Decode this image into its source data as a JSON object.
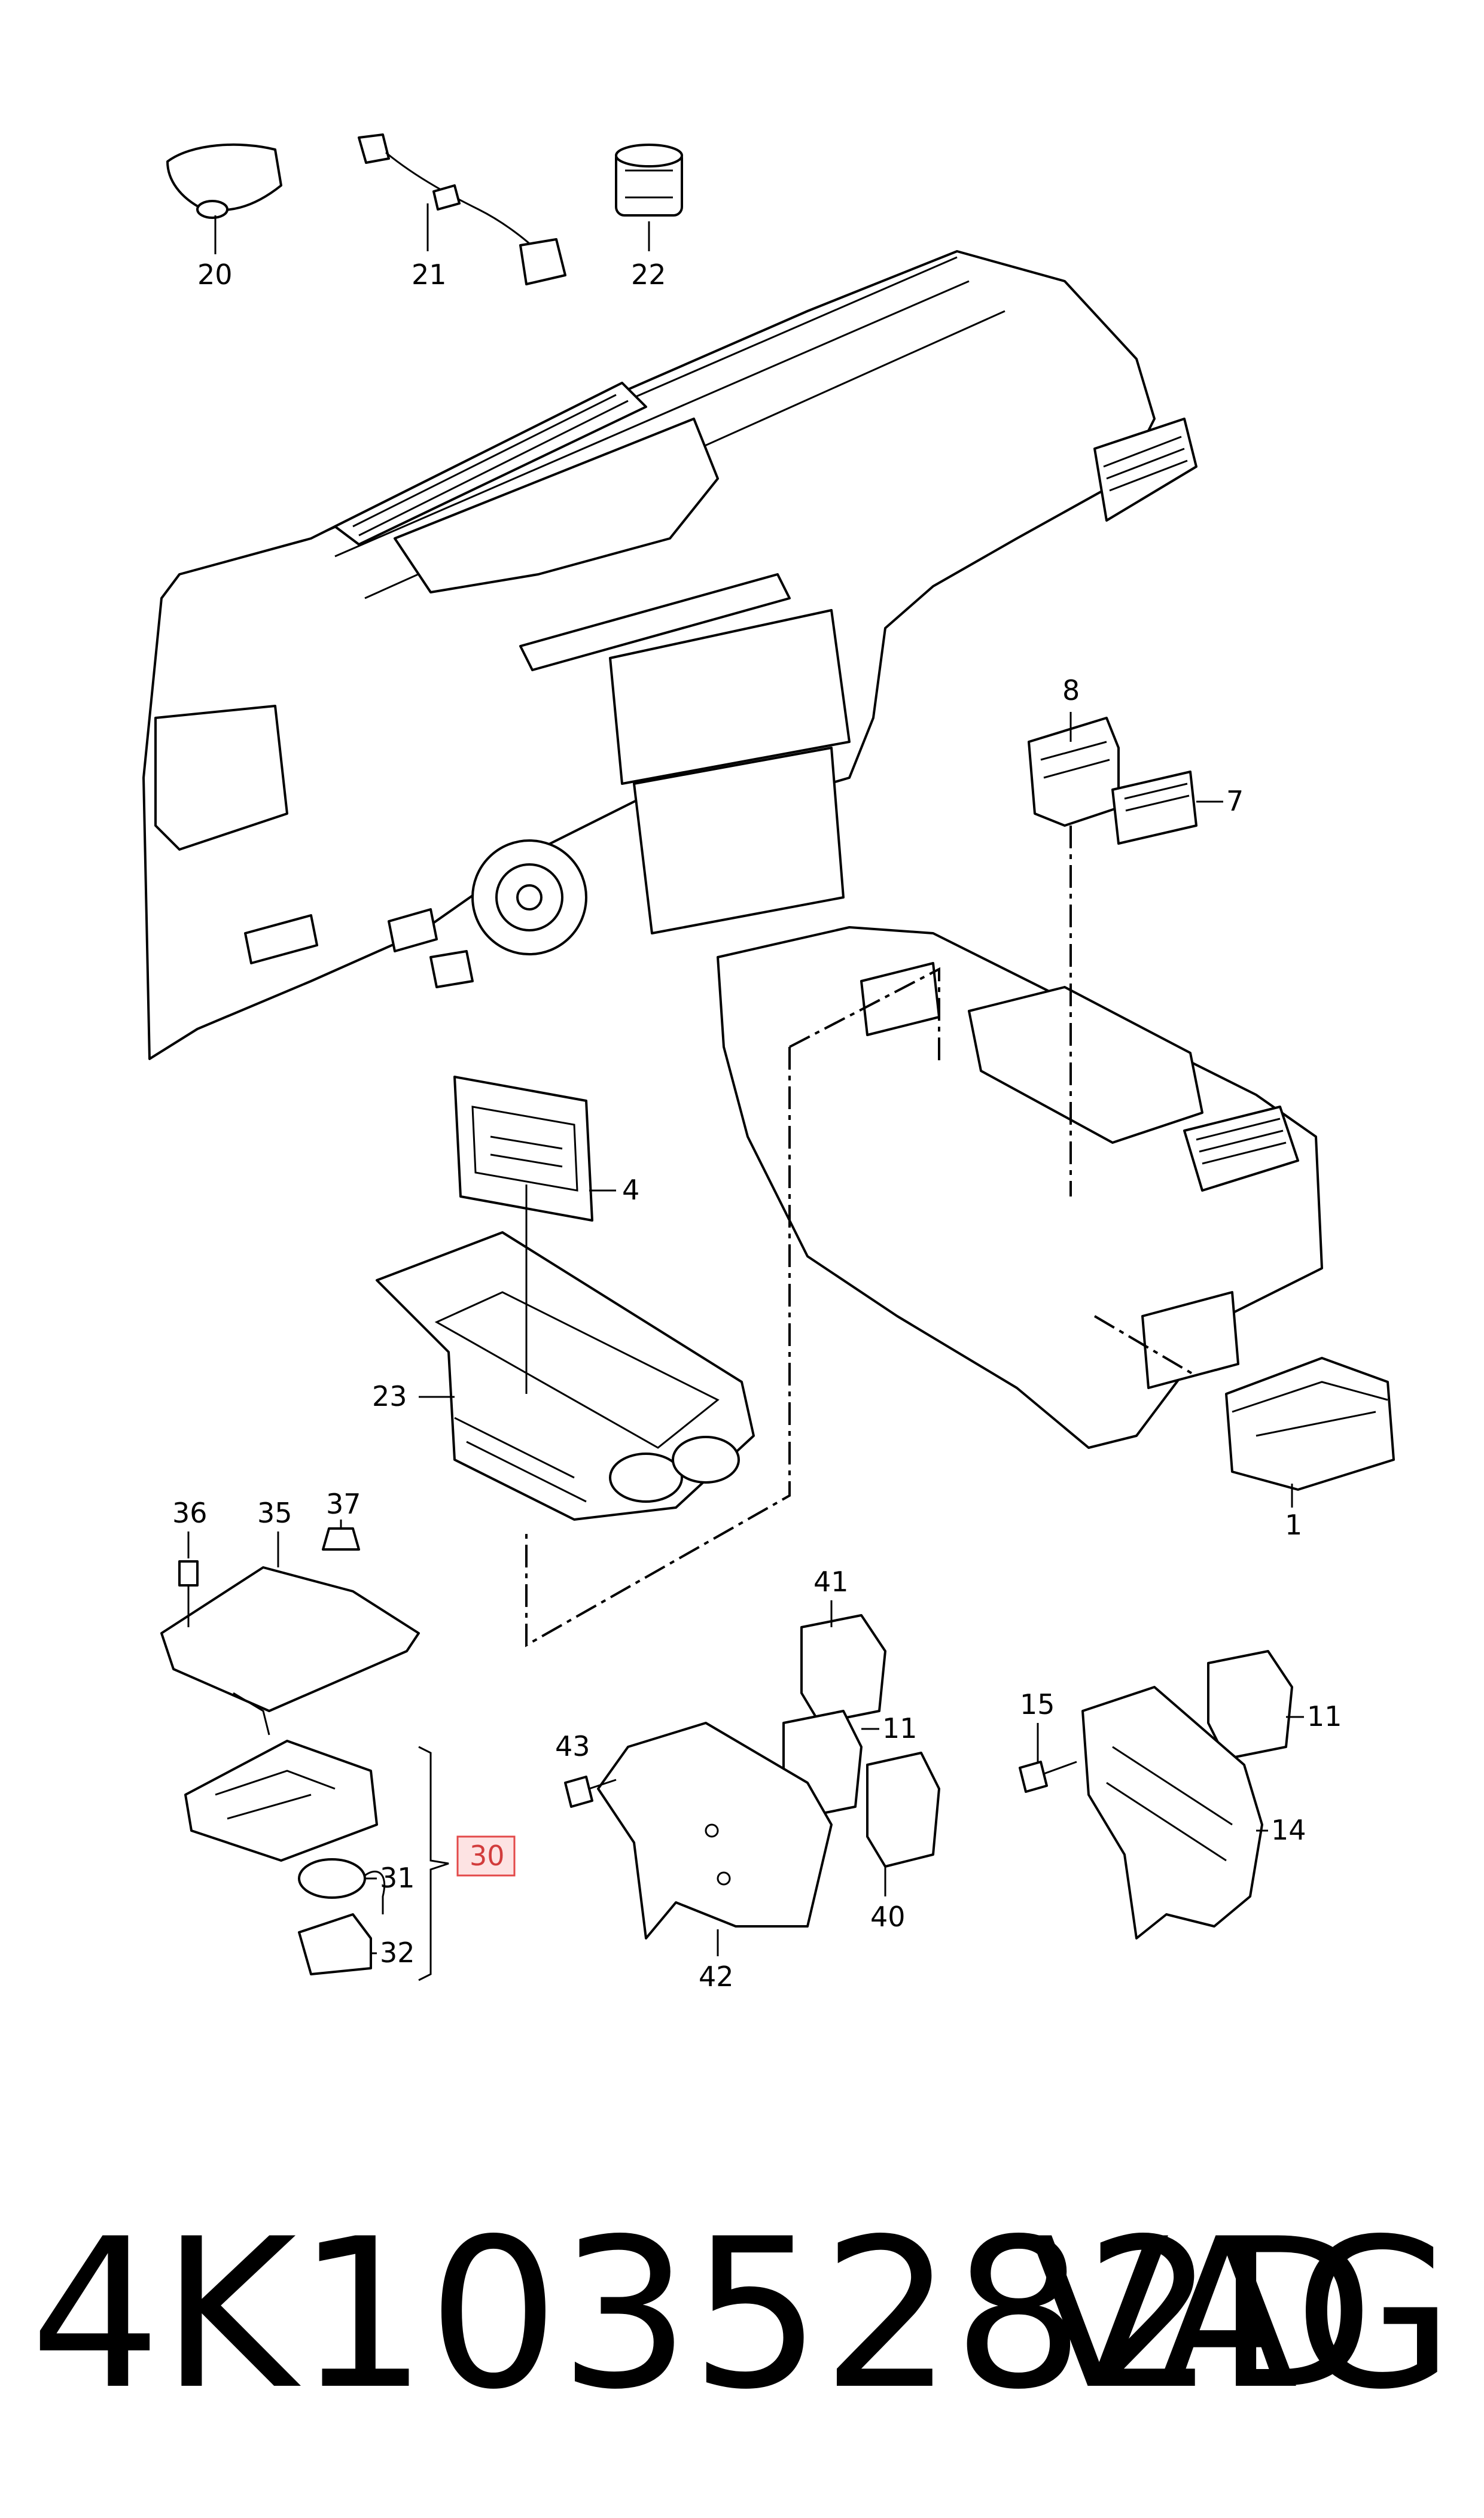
{
  "diagram": {
    "labels": {
      "p1": "1",
      "p4": "4",
      "p7": "7",
      "p8": "8",
      "p11a": "11",
      "p11b": "11",
      "p14": "14",
      "p15": "15",
      "p20": "20",
      "p21": "21",
      "p22": "22",
      "p23": "23",
      "p30": "30",
      "p31": "31",
      "p32": "32",
      "p35": "35",
      "p36": "36",
      "p37": "37",
      "p40": "40",
      "p41": "41",
      "p42": "42",
      "p43": "43"
    },
    "highlight_color": "#e34a4a",
    "highlight_fill": "#fde3e3"
  },
  "footer": {
    "part_number": "4K1035282D",
    "brand": "VAG"
  }
}
